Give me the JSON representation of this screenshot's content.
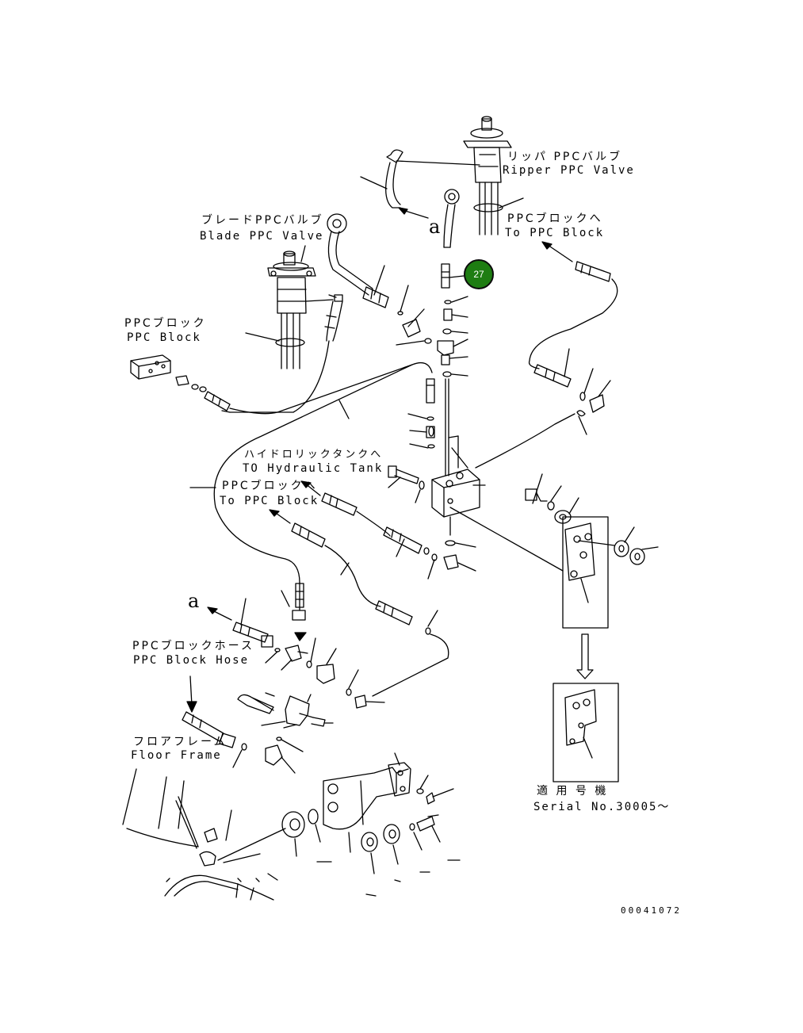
{
  "labels": {
    "ripper_valve_jp": "リッパ PPCバルブ",
    "ripper_valve_en": "Ripper PPC Valve",
    "to_ppc_block_jp_1": "PPCブロックへ",
    "to_ppc_block_en_1": "To PPC Block",
    "blade_valve_jp": "ブレードPPCバルブ",
    "blade_valve_en": "Blade PPC Valve",
    "ppc_block_jp": "PPCブロック",
    "ppc_block_en": "PPC Block",
    "to_tank_jp": "ハイドロリックタンクへ",
    "to_tank_en": "TO Hydraulic Tank",
    "to_ppc_block_jp_2": "PPCブロックへ",
    "to_ppc_block_en_2": "To PPC Block",
    "block_hose_jp": "PPCブロックホース",
    "block_hose_en": "PPC Block Hose",
    "floor_frame_jp": "フロアフレーム",
    "floor_frame_en": "Floor Frame",
    "serial_jp": "適 用 号 機",
    "serial_en": "Serial No.30005～",
    "arrow_a_1": "a",
    "arrow_a_2": "a"
  },
  "callout": {
    "number": "27",
    "color": "#1e7d12"
  },
  "document_id": "00041072"
}
